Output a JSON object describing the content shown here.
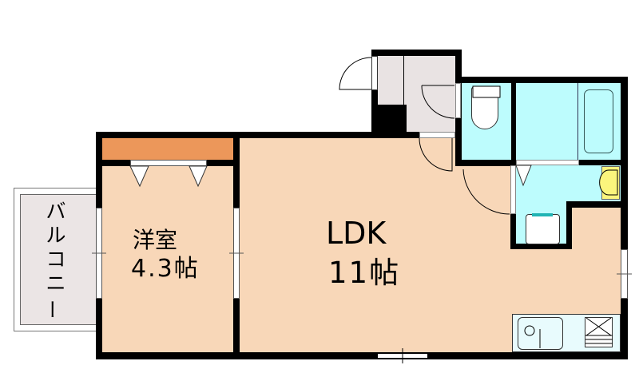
{
  "floorplan": {
    "type": "apartment-1LDK",
    "colors": {
      "wall": "#000000",
      "room_floor": "#f8d7b8",
      "closet": "#ec975a",
      "wet_area": "#bdfcfd",
      "entrance": "#e9e3e3",
      "balcony": "#ebe5e5",
      "kitchen_counter": "#e8fbfd",
      "washbasin": "#fbf57d",
      "washer_accent": "#21b4b4"
    },
    "rooms": [
      {
        "id": "western-room",
        "name": "洋室",
        "size": "4.3帖"
      },
      {
        "id": "ldk",
        "name": "LDK",
        "size": "11帖"
      },
      {
        "id": "balcony",
        "name": "バルコニー"
      },
      {
        "id": "entrance",
        "name": ""
      },
      {
        "id": "toilet",
        "name": ""
      },
      {
        "id": "bathroom",
        "name": ""
      },
      {
        "id": "washroom",
        "name": ""
      },
      {
        "id": "closet",
        "name": ""
      },
      {
        "id": "kitchen",
        "name": ""
      }
    ],
    "labels": {
      "western_room_name": "洋室",
      "western_room_size": "4.3帖",
      "ldk_name": "LDK",
      "ldk_size": "11帖",
      "balcony_chars": [
        "バ",
        "ル",
        "コ",
        "ニ",
        "ー"
      ]
    }
  }
}
